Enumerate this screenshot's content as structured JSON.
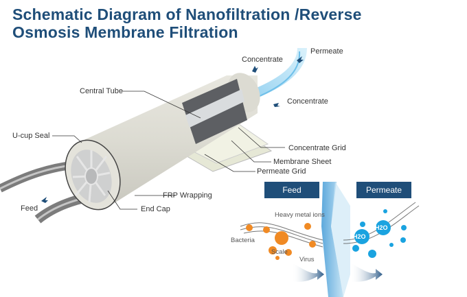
{
  "title": {
    "line1": "Schematic Diagram of Nanofiltration /Reverse",
    "line2": "Osmosis Membrane Filtration"
  },
  "membrane_element": {
    "labels": {
      "central_tube": "Central Tube",
      "u_cup_seal": "U-cup Seal",
      "frp_wrapping": "FRP Wrapping",
      "end_cap": "End Cap",
      "feed": "Feed",
      "concentrate_grid": "Concentrate Grid",
      "membrane_sheet": "Membrane Sheet",
      "permeate_grid": "Permeate Grid",
      "concentrate_top": "Concentrate",
      "concentrate_right": "Concentrate",
      "permeate_top": "Permeate"
    }
  },
  "filtration_inset": {
    "feed_box": "Feed",
    "permeate_box": "Permeate",
    "contaminants": {
      "heavy_metal_ions": "Heavy metal ions",
      "bacteria": "Bacteria",
      "scale": "Scale",
      "virus": "Virus"
    },
    "water_labels": [
      "H2O",
      "H2O"
    ]
  },
  "colors": {
    "title": "#1f4e79",
    "box": "#1f4e79",
    "contaminant": "#f08a24",
    "water": "#1aa3e0",
    "membrane": "#4a9fd8"
  }
}
